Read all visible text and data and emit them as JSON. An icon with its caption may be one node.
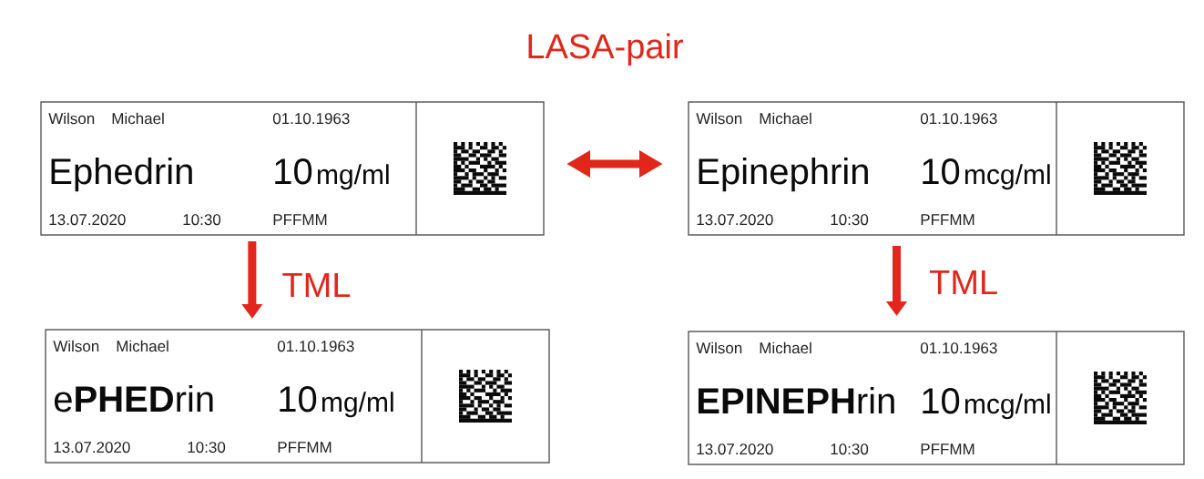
{
  "diagram": {
    "title": "LASA-pair",
    "nodes": [
      {
        "text": [
          "Wilson",
          "Michael",
          "01.10.1963",
          "Ephedrin",
          "10",
          "mg/ml",
          "13.07.2020",
          "10:30",
          "PFFMM"
        ]
      },
      {
        "text": [
          "Wilson",
          "Michael",
          "01.10.1963",
          "Epinephrin",
          "10",
          "mcg/ml",
          "13.07.2020",
          "10:30",
          "PFFMM"
        ]
      },
      {
        "text": [
          "Wilson",
          "Michael",
          "01.10.1963",
          "e**PHED**rin",
          "10",
          "mg/ml",
          "13.07.2020",
          "10:30",
          "PFFMM"
        ]
      },
      {
        "text": [
          "Wilson",
          "Michael",
          "01.10.1963",
          "**EPINEPH**rin",
          "10",
          "mcg/ml",
          "13.07.2020",
          "10:30",
          "PFFMM"
        ]
      }
    ],
    "edges": [
      {
        "from": 0,
        "to": 1,
        "arrow": "both"
      },
      {
        "from": 0,
        "to": 2,
        "arrow": "to",
        "label": "TML"
      },
      {
        "from": 1,
        "to": 3,
        "arrow": "to",
        "label": "TML"
      }
    ]
  }
}
